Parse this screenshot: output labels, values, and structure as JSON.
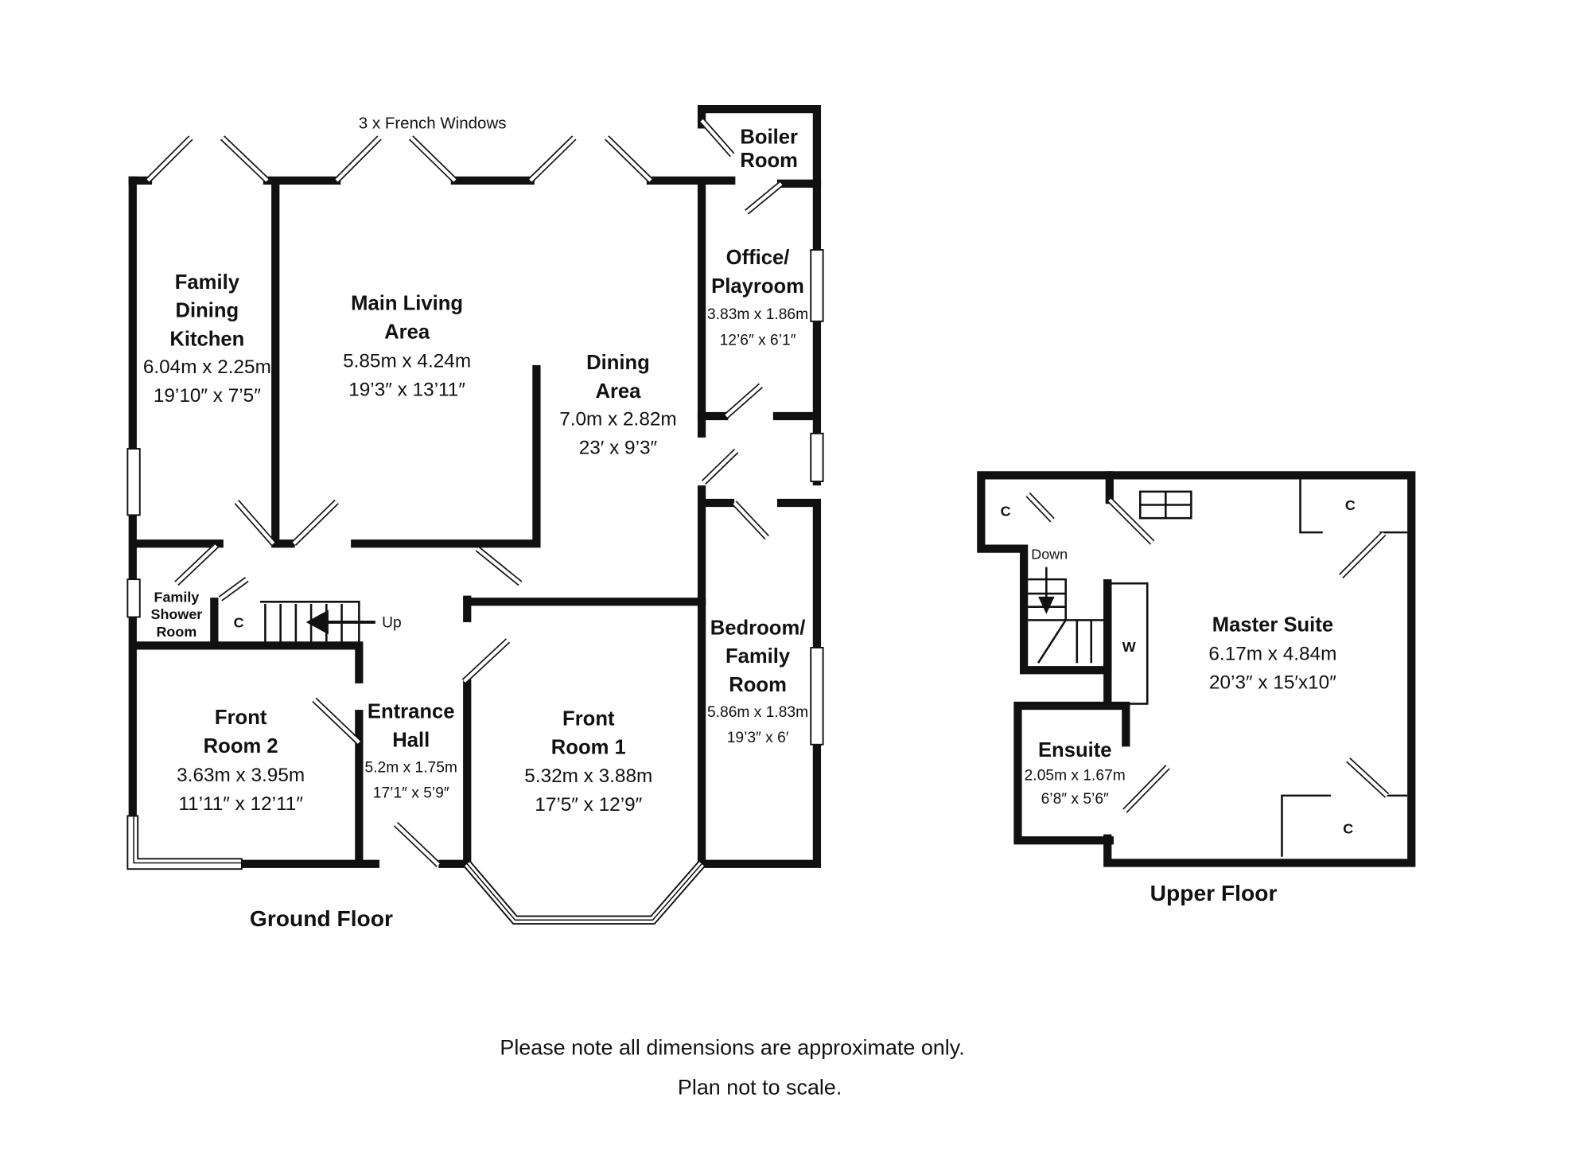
{
  "annotations": {
    "french_windows": "3 x French Windows",
    "stairs_up": "Up",
    "stairs_down": "Down"
  },
  "ground_floor": {
    "label": "Ground Floor",
    "rooms": {
      "kitchen": {
        "name_lines": [
          "Family",
          "Dining",
          "Kitchen"
        ],
        "metric": "6.04m x 2.25m",
        "imperial": "19’10″ x 7’5″"
      },
      "living": {
        "name_lines": [
          "Main Living",
          "Area"
        ],
        "metric": "5.85m x 4.24m",
        "imperial": "19’3″ x 13’11″"
      },
      "dining": {
        "name_lines": [
          "Dining",
          "Area"
        ],
        "metric": "7.0m x 2.82m",
        "imperial": "23′ x 9’3″"
      },
      "boiler": {
        "name_lines": [
          "Boiler",
          "Room"
        ]
      },
      "office": {
        "name_lines": [
          "Office/",
          "Playroom"
        ],
        "metric": "3.83m x 1.86m",
        "imperial": "12’6″ x 6’1″"
      },
      "shower": {
        "name_lines": [
          "Family",
          "Shower",
          "Room"
        ]
      },
      "cupboard": {
        "label": "C"
      },
      "front_room_2": {
        "name_lines": [
          "Front",
          "Room 2"
        ],
        "metric": "3.63m x 3.95m",
        "imperial": "11’11″ x 12’11″"
      },
      "entrance_hall": {
        "name_lines": [
          "Entrance",
          "Hall"
        ],
        "metric": "5.2m x 1.75m",
        "imperial": "17’1″ x 5’9″"
      },
      "front_room_1": {
        "name_lines": [
          "Front",
          "Room 1"
        ],
        "metric": "5.32m x 3.88m",
        "imperial": "17’5″ x 12’9″"
      },
      "bedroom": {
        "name_lines": [
          "Bedroom/",
          "Family",
          "Room"
        ],
        "metric": "5.86m x 1.83m",
        "imperial": "19’3″ x 6′"
      }
    }
  },
  "upper_floor": {
    "label": "Upper Floor",
    "rooms": {
      "master": {
        "name_lines": [
          "Master Suite"
        ],
        "metric": "6.17m x 4.84m",
        "imperial": "20’3″ x 15′x10″"
      },
      "ensuite": {
        "name_lines": [
          "Ensuite"
        ],
        "metric": "2.05m x 1.67m",
        "imperial": "6’8″ x 5’6″"
      },
      "cupboards": [
        "C",
        "C",
        "C"
      ],
      "wardrobe": "W"
    }
  },
  "notes": [
    "Please note all dimensions are approximate only.",
    "Plan not to scale."
  ]
}
